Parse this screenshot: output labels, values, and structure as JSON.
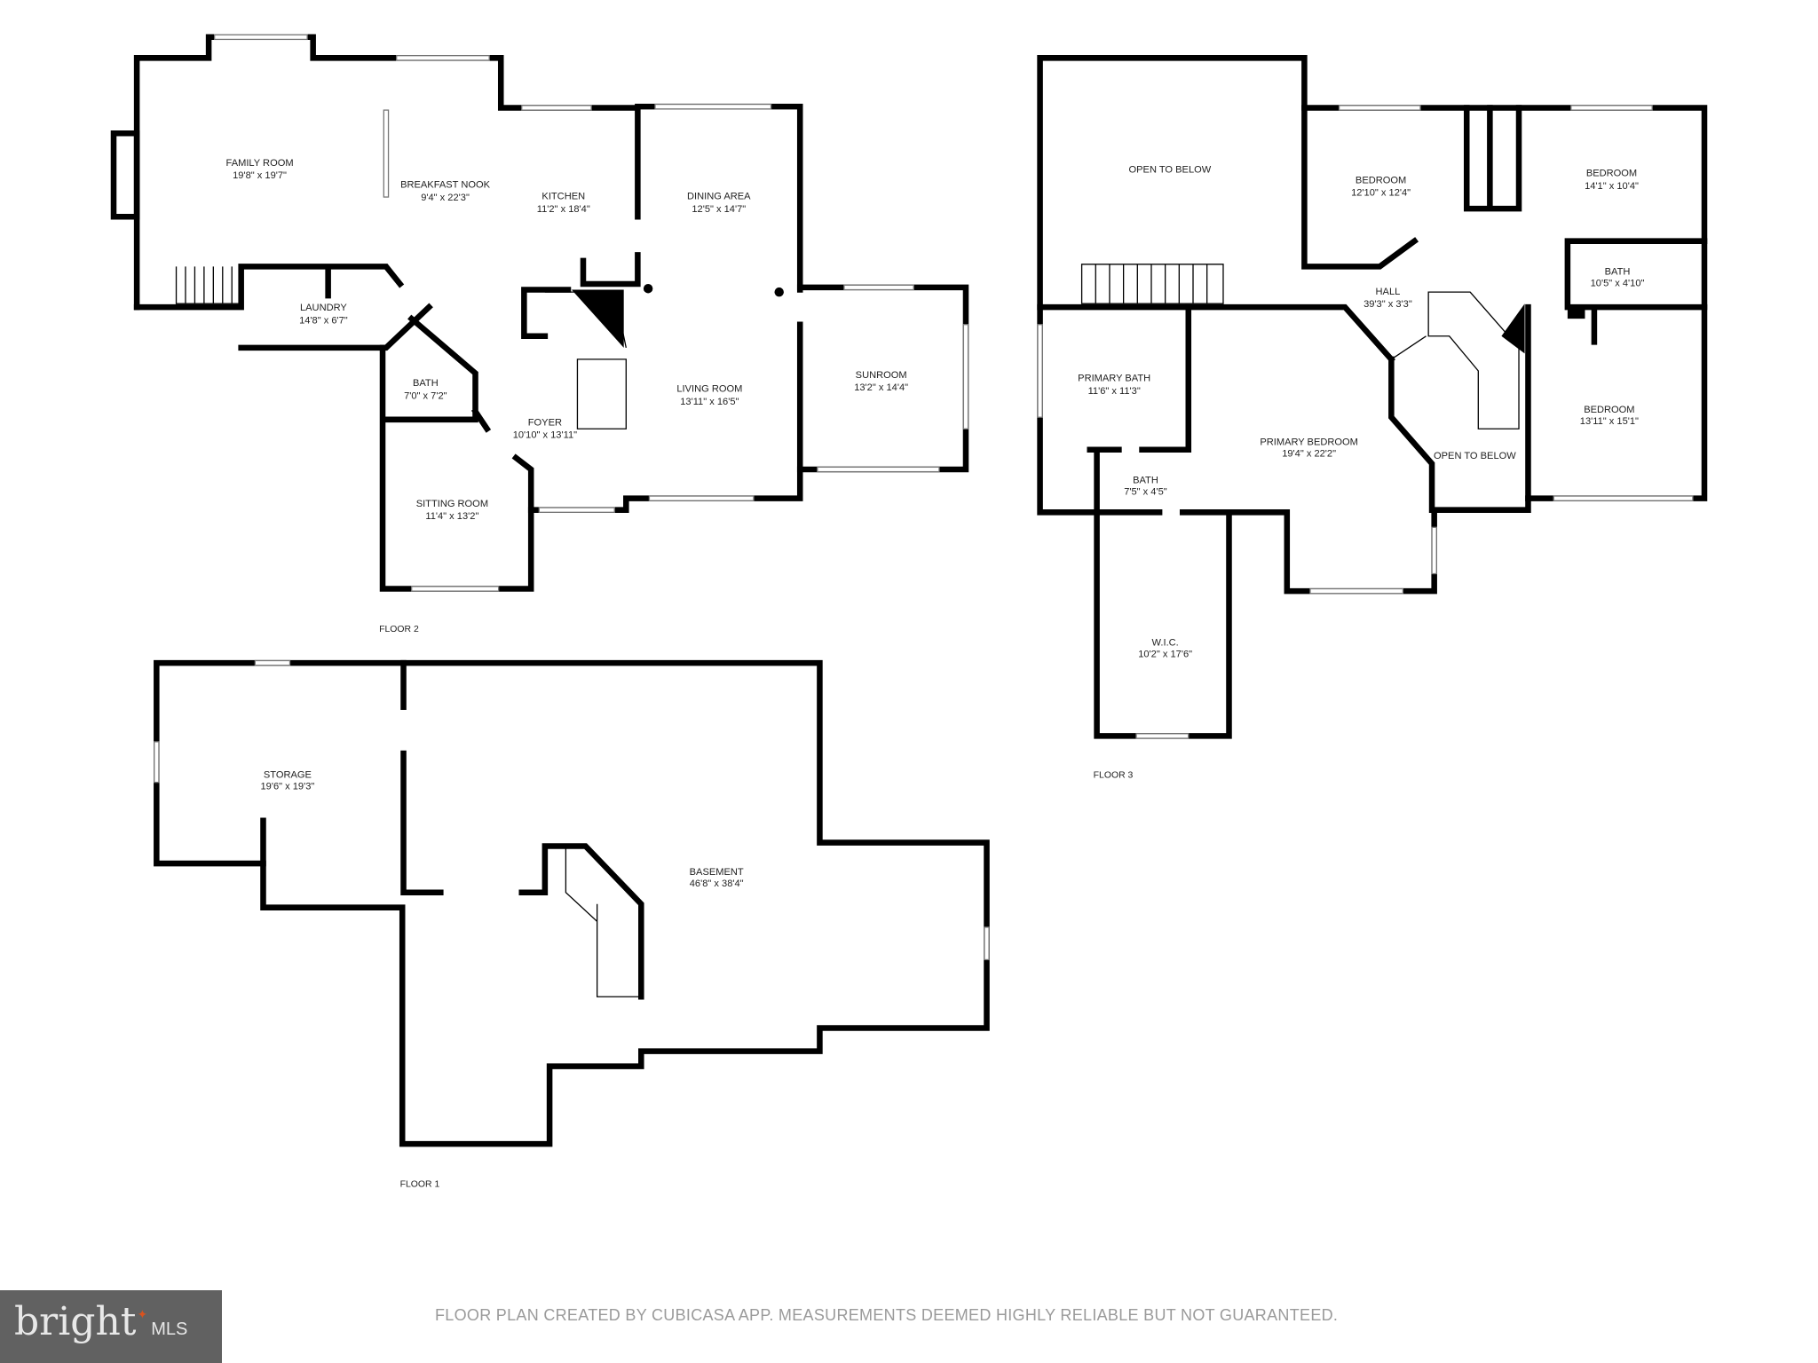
{
  "floors": {
    "floor2": {
      "label": "FLOOR 2",
      "rooms": [
        {
          "name": "FAMILY ROOM",
          "size": "19'8\" x 19'7\""
        },
        {
          "name": "BREAKFAST NOOK",
          "size": "9'4\" x 22'3\""
        },
        {
          "name": "KITCHEN",
          "size": "11'2\" x 18'4\""
        },
        {
          "name": "DINING AREA",
          "size": "12'5\" x 14'7\""
        },
        {
          "name": "LAUNDRY",
          "size": "14'8\" x 6'7\""
        },
        {
          "name": "BATH",
          "size": "7'0\" x 7'2\""
        },
        {
          "name": "FOYER",
          "size": "10'10\" x 13'11\""
        },
        {
          "name": "LIVING ROOM",
          "size": "13'11\" x 16'5\""
        },
        {
          "name": "SUNROOM",
          "size": "13'2\" x 14'4\""
        },
        {
          "name": "SITTING ROOM",
          "size": "11'4\" x 13'2\""
        }
      ]
    },
    "floor3": {
      "label": "FLOOR 3",
      "rooms": [
        {
          "name": "OPEN TO BELOW",
          "size": ""
        },
        {
          "name": "BEDROOM",
          "size": "12'10\" x 12'4\""
        },
        {
          "name": "BEDROOM",
          "size": "14'1\" x 10'4\""
        },
        {
          "name": "HALL",
          "size": "39'3\" x 3'3\""
        },
        {
          "name": "BATH",
          "size": "10'5\" x 4'10\""
        },
        {
          "name": "PRIMARY BATH",
          "size": "11'6\" x 11'3\""
        },
        {
          "name": "PRIMARY BEDROOM",
          "size": "19'4\" x 22'2\""
        },
        {
          "name": "BATH",
          "size": "7'5\" x 4'5\""
        },
        {
          "name": "OPEN TO BELOW",
          "size": ""
        },
        {
          "name": "BEDROOM",
          "size": "13'11\" x 15'1\""
        },
        {
          "name": "W.I.C.",
          "size": "10'2\" x 17'6\""
        }
      ]
    },
    "floor1": {
      "label": "FLOOR 1",
      "rooms": [
        {
          "name": "STORAGE",
          "size": "19'6\" x 19'3\""
        },
        {
          "name": "BASEMENT",
          "size": "46'8\" x 38'4\""
        }
      ]
    }
  },
  "footer": {
    "disclaimer": "FLOOR PLAN CREATED BY CUBICASA APP. MEASUREMENTS DEEMED HIGHLY RELIABLE BUT NOT GUARANTEED.",
    "logo_text": "bright MLS"
  },
  "colors": {
    "wall": "#000000",
    "logo_bg": "#616161",
    "logo_accent": "#d9531e",
    "disclaimer": "#9a9a9a"
  }
}
